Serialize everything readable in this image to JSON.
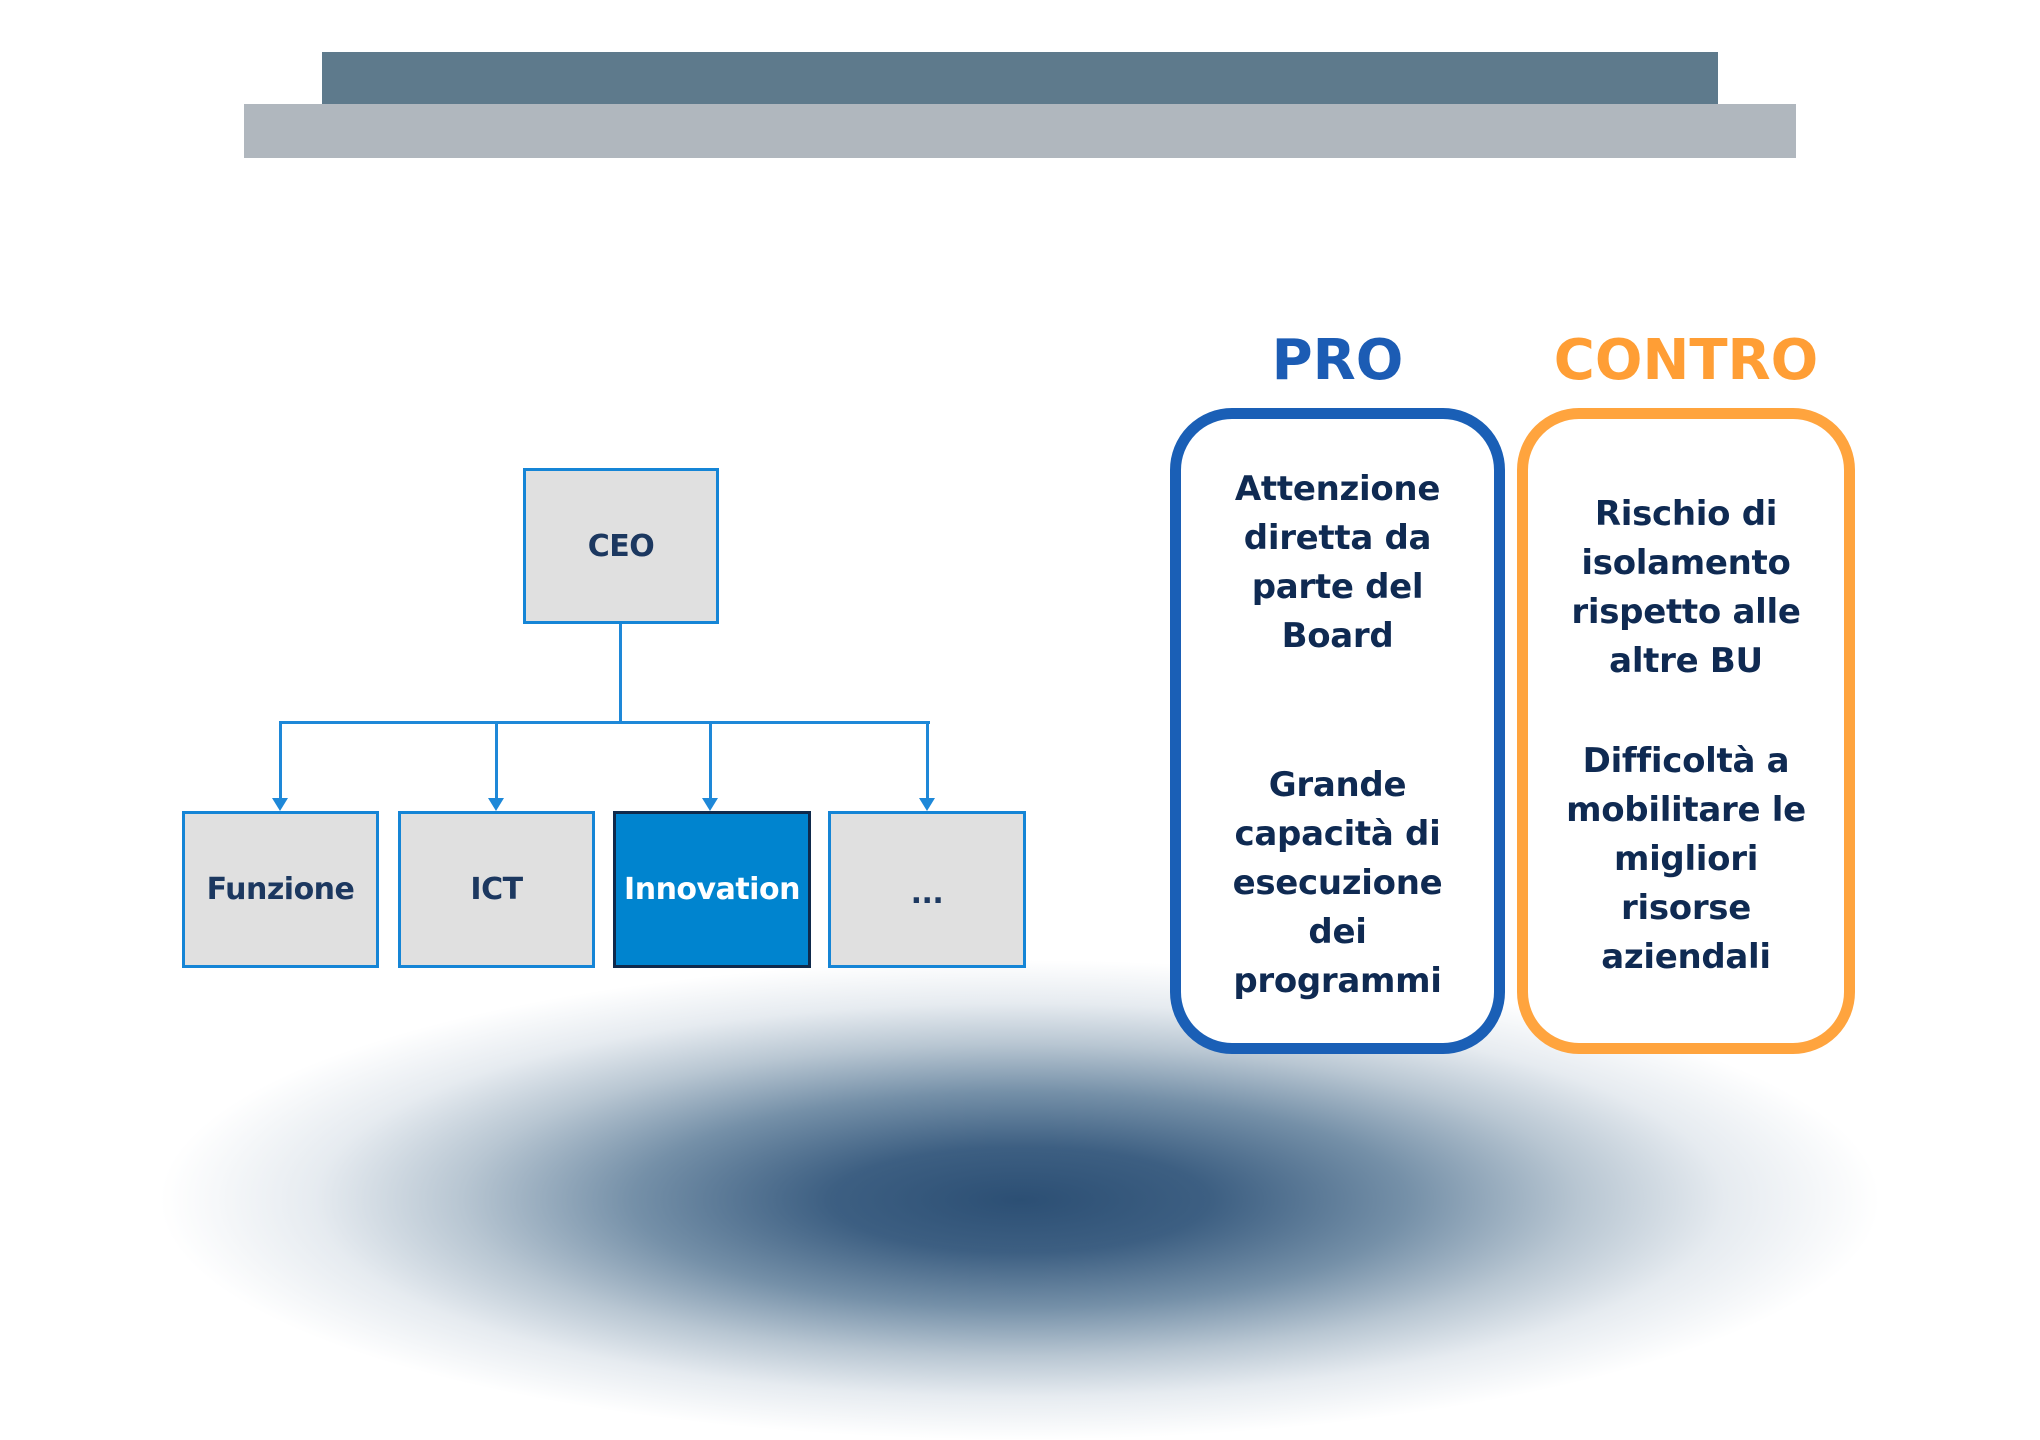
{
  "header": {
    "bar_dark_color": "#5e7a8c",
    "bar_light_color": "#b0b7be"
  },
  "org_chart": {
    "root": {
      "label": "CEO"
    },
    "children": [
      {
        "label": "Funzione",
        "highlighted": false
      },
      {
        "label": "ICT",
        "highlighted": false
      },
      {
        "label": "Innovation",
        "highlighted": true
      },
      {
        "label": "...",
        "highlighted": false
      }
    ],
    "colors": {
      "box_fill": "#e0e0e0",
      "box_border": "#1585d6",
      "highlight_fill": "#0084cf",
      "connector": "#1e88d8"
    }
  },
  "pro": {
    "title": "PRO",
    "color": "#1c5cb4",
    "items": [
      {
        "lines": [
          "Attenzione",
          "diretta da",
          "parte del",
          "Board"
        ]
      },
      {
        "lines": [
          "Grande",
          "capacità di",
          "esecuzione",
          "dei",
          "programmi"
        ]
      }
    ]
  },
  "contro": {
    "title": "CONTRO",
    "color": "#ff9e35",
    "items": [
      {
        "lines": [
          "Rischio di",
          "isolamento",
          "rispetto alle",
          "altre BU"
        ]
      },
      {
        "lines": [
          "Difficoltà a",
          "mobilitare le",
          "migliori",
          "risorse",
          "aziendali"
        ]
      }
    ]
  }
}
